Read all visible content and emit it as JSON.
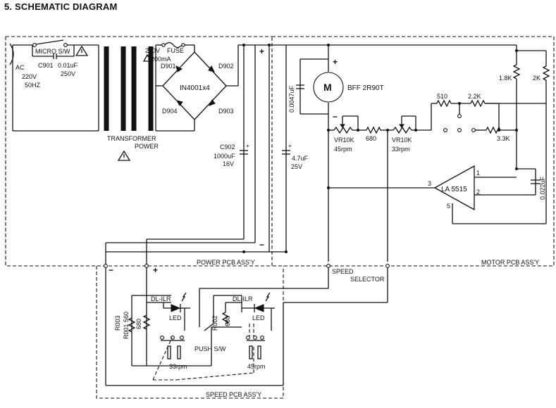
{
  "title": "5.  SCHEMATIC DIAGRAM",
  "labels": {
    "ac": "AC",
    "ac_v": "220V",
    "ac_hz": "50HZ",
    "micro_sw": "MICRO  S/W",
    "c901": "C901",
    "c901_val": "0.01uF",
    "c901_v": "250V",
    "fuse_v": "250V",
    "fuse": "FUSE",
    "fuse_a": "200mA",
    "d901": "D901",
    "d902": "D902",
    "d903": "D903",
    "d904": "D904",
    "bridge": "IN4001x4",
    "transformer": "TRANSFORMER",
    "power": "POWER",
    "c902": "C902",
    "c902_val": "1000uF",
    "c902_v": "16V",
    "cap47": "4.7uF",
    "cap47_v": "25V",
    "c_motor": "0.0047uF",
    "motor": "M",
    "motor_name": "BFF 2R90T",
    "vr1": "VR10K",
    "vr1_rpm": "45rpm",
    "r680": "680",
    "vr2": "VR10K",
    "vr2_rpm": "33rpm",
    "r510": "510",
    "r22k": "2.2K",
    "r33k": "3.3K",
    "r18k": "1.8K",
    "r2k": "2K",
    "ic": "LA 5515",
    "pin1": "1",
    "pin2": "2",
    "pin3": "3",
    "pin5": "5",
    "c_ic": "0.022uF",
    "power_pcb": "POWER PCB ASS'Y",
    "motor_pcb": "MOTOR PCB ASS'Y",
    "speed": "SPEED",
    "selector": "SELECTOR",
    "r003": "R003",
    "r001": "R001 560",
    "r001_val": "680",
    "led1": "DL-ILR",
    "led1_lbl": "LED",
    "r002": "R002",
    "r002_val": "680",
    "led2": "DL-ILR",
    "led2_lbl": "LED",
    "push_sw": "PUSH S/W",
    "rpm33": "33rpm",
    "rpm45": "45rpm",
    "speed_pcb": "SPEED PCB ASS'Y",
    "plus": "+",
    "minus": "−"
  }
}
